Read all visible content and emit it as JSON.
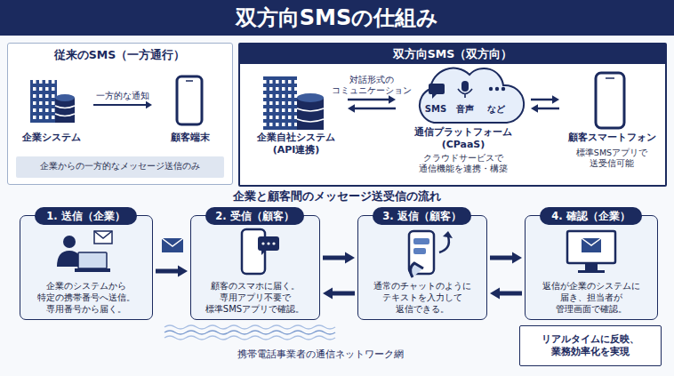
{
  "diagram": {
    "title": "双方向SMSの仕組み",
    "nodes": [
      {
        "text": [
          "従来のSMS（一方通行）"
        ]
      },
      {
        "text": [
          "企業システム"
        ],
        "in": 0
      },
      {
        "text": [
          "顧客端末"
        ],
        "in": 0
      },
      {
        "text": [
          "企業からの一方的なメッセージ送信のみ"
        ],
        "in": 0
      },
      {
        "text": [
          "双方向SMS（双方向）"
        ]
      },
      {
        "text": [
          "企業自社システム (API連携)"
        ],
        "in": 4
      },
      {
        "text": [
          "SMS",
          "音声",
          "など",
          "通信プラットフォーム (CPaaS)",
          "クラウドサービスで 通信機能を連携・構築"
        ],
        "in": 4
      },
      {
        "text": [
          "顧客スマートフォン",
          "標準SMSアプリで 送受信可能"
        ],
        "in": 4
      },
      {
        "text": [
          "1. 送信（企業）",
          "企業のシステムから 特定の携帯番号へ送信。 専用番号から届く。"
        ]
      },
      {
        "text": [
          "2. 受信（顧客）",
          "顧客のスマホに届く。 専用アプリ不要で 標準SMSアプリで確認。"
        ]
      },
      {
        "text": [
          "3. 返信（顧客）",
          "通常のチャットのように テキストを入力して 返信できる。"
        ]
      },
      {
        "text": [
          "4. 確認（企業）",
          "返信が企業のシステムに 届き、担当者が 管理画面で確認。"
        ]
      },
      {
        "text": [
          "リアルタイムに反映、 業務効率化を実現"
        ]
      }
    ],
    "edges": [
      {
        "from": 1,
        "to": 2,
        "label": "一方的な通知",
        "arrow": "to"
      },
      {
        "from": 5,
        "to": 6,
        "label": "対話形式の コミュニケーション",
        "arrow": "both"
      },
      {
        "from": 6,
        "to": 7,
        "arrow": "both"
      },
      {
        "from": 8,
        "to": 9,
        "arrow": "to"
      },
      {
        "from": 9,
        "to": 10,
        "arrow": "both"
      },
      {
        "from": 10,
        "to": 11,
        "arrow": "both"
      }
    ],
    "labels": [
      "企業と顧客間のメッセージ送受信の流れ",
      "携帯電話事業者の通信ネットワーク網"
    ]
  }
}
